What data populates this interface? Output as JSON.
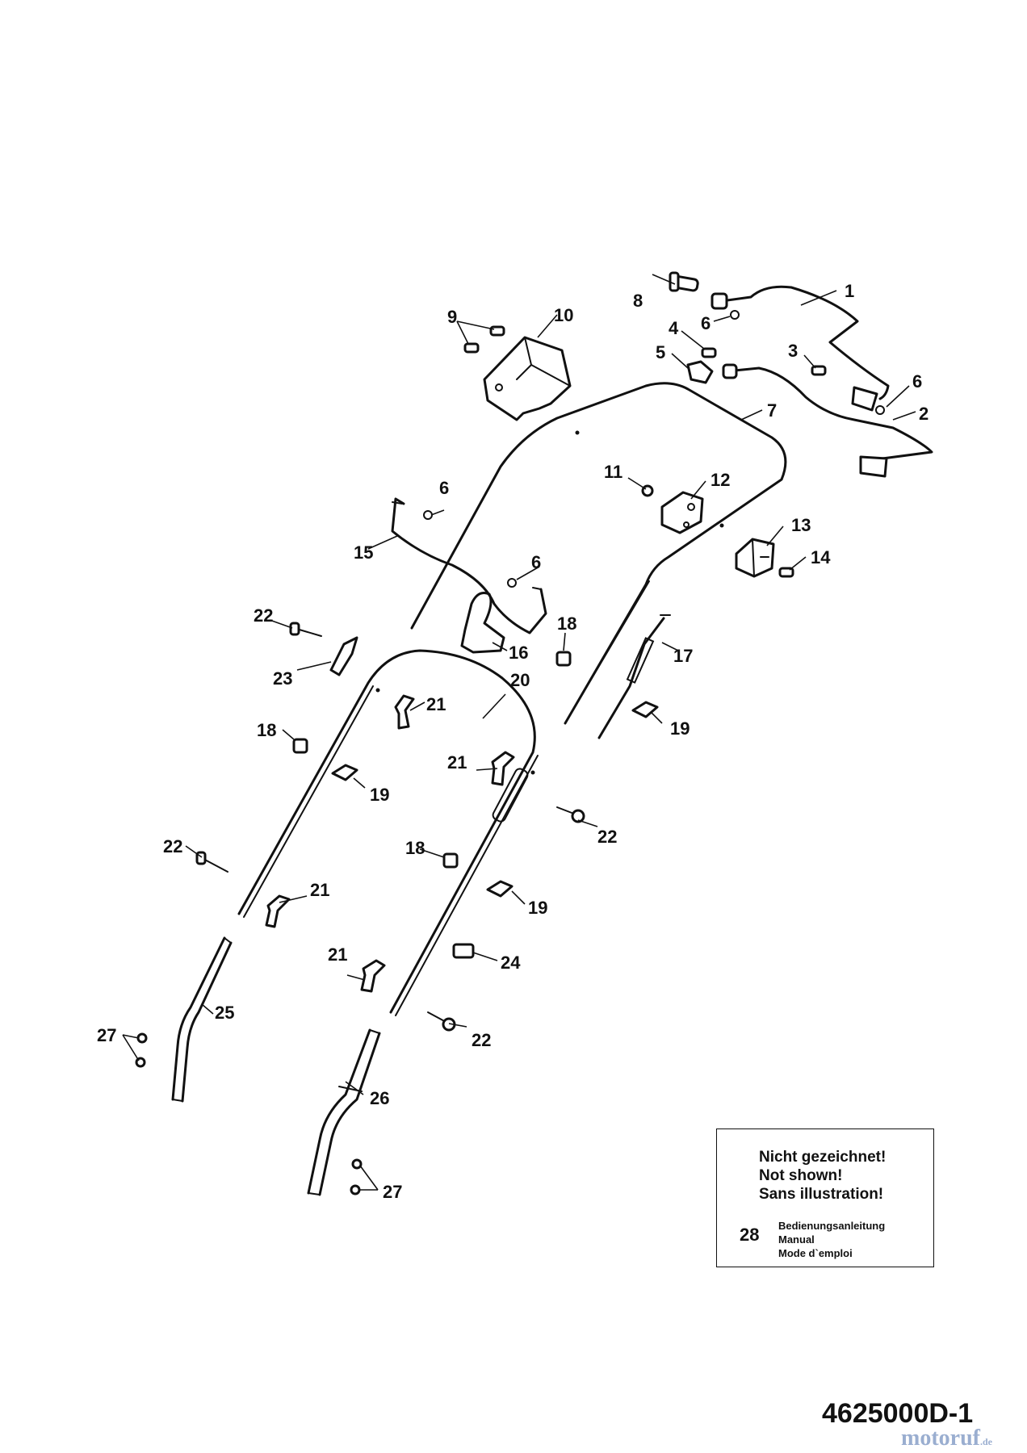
{
  "callouts": {
    "c1": "1",
    "c2": "2",
    "c3": "3",
    "c4": "4",
    "c5": "5",
    "c6a": "6",
    "c6b": "6",
    "c6c": "6",
    "c6d": "6",
    "c7": "7",
    "c8": "8",
    "c9": "9",
    "c10": "10",
    "c11": "11",
    "c12": "12",
    "c13": "13",
    "c14": "14",
    "c15": "15",
    "c16": "16",
    "c17": "17",
    "c18a": "18",
    "c18b": "18",
    "c18c": "18",
    "c19a": "19",
    "c19b": "19",
    "c19c": "19",
    "c20": "20",
    "c21a": "21",
    "c21b": "21",
    "c21c": "21",
    "c21d": "21",
    "c22a": "22",
    "c22b": "22",
    "c22c": "22",
    "c22d": "22",
    "c23": "23",
    "c24": "24",
    "c25": "25",
    "c26": "26",
    "c27a": "27",
    "c27b": "27"
  },
  "note_box": {
    "line1": "Nicht gezeichnet!",
    "line2": "Not shown!",
    "line3": "Sans illustration!",
    "item_number": "28",
    "item_de": "Bedienungsanleitung",
    "item_en": "Manual",
    "item_fr": "Mode d`emploi"
  },
  "diagram_code": "4625000D-1",
  "watermark": {
    "main": "motoruf",
    "tld": ".de"
  }
}
